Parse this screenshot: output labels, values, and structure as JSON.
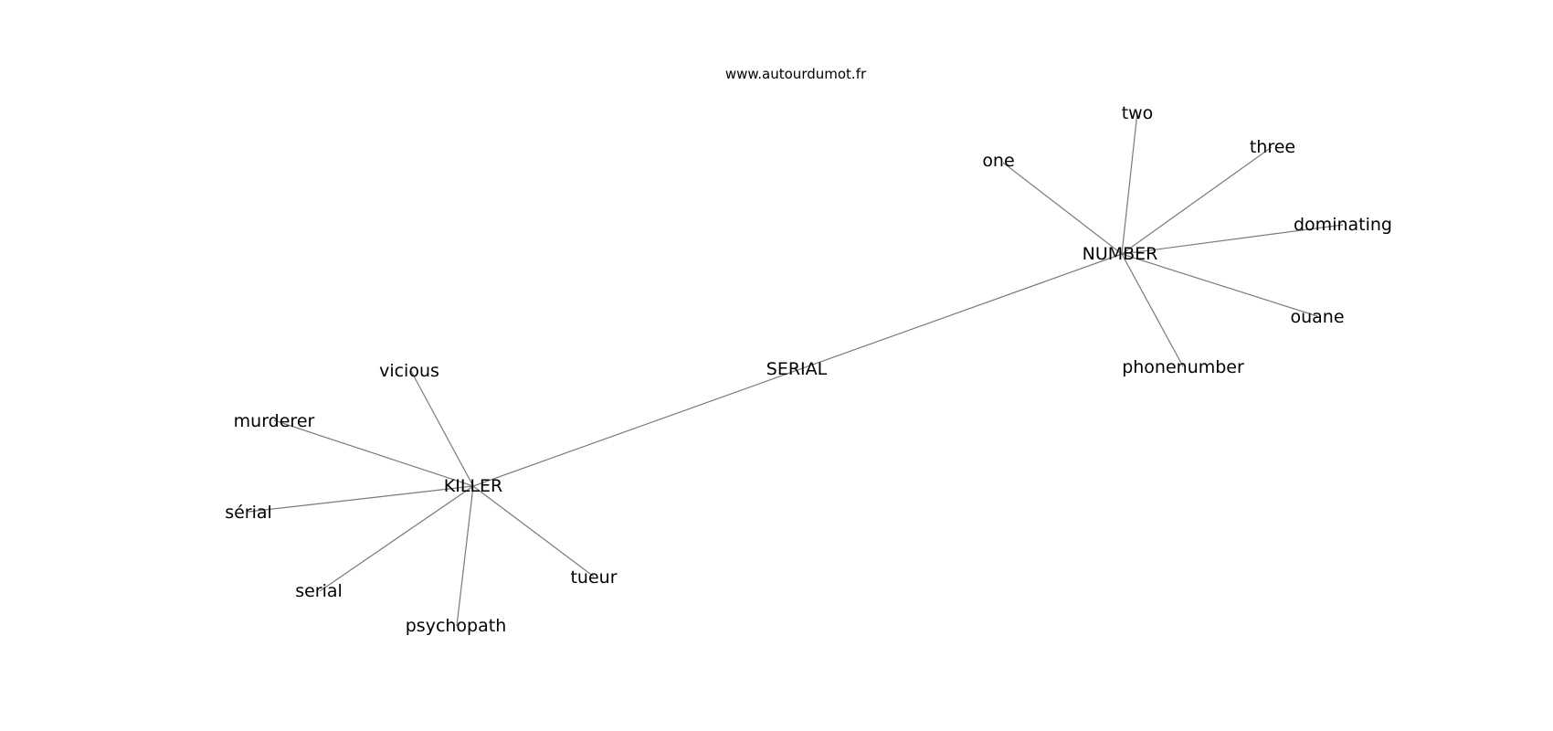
{
  "site": "www.autourdumot.fr",
  "nodes": [
    {
      "id": "serial_hub",
      "label": "SERIAL"
    },
    {
      "id": "number",
      "label": "NUMBER"
    },
    {
      "id": "killer",
      "label": "KILLER"
    },
    {
      "id": "one",
      "label": "one"
    },
    {
      "id": "two",
      "label": "two"
    },
    {
      "id": "three",
      "label": "three"
    },
    {
      "id": "dominating",
      "label": "dominating"
    },
    {
      "id": "ouane",
      "label": "ouane"
    },
    {
      "id": "phonenumber",
      "label": "phonenumber"
    },
    {
      "id": "vicious",
      "label": "vicious"
    },
    {
      "id": "murderer",
      "label": "murderer"
    },
    {
      "id": "serial_accent",
      "label": "sérial"
    },
    {
      "id": "serial_lower",
      "label": "serial"
    },
    {
      "id": "psychopath",
      "label": "psychopath"
    },
    {
      "id": "tueur",
      "label": "tueur"
    }
  ],
  "edges": [
    [
      "killer",
      "number"
    ],
    [
      "number",
      "one"
    ],
    [
      "number",
      "two"
    ],
    [
      "number",
      "three"
    ],
    [
      "number",
      "dominating"
    ],
    [
      "number",
      "ouane"
    ],
    [
      "number",
      "phonenumber"
    ],
    [
      "killer",
      "vicious"
    ],
    [
      "killer",
      "murderer"
    ],
    [
      "killer",
      "serial_accent"
    ],
    [
      "killer",
      "serial_lower"
    ],
    [
      "killer",
      "psychopath"
    ],
    [
      "killer",
      "tueur"
    ]
  ]
}
